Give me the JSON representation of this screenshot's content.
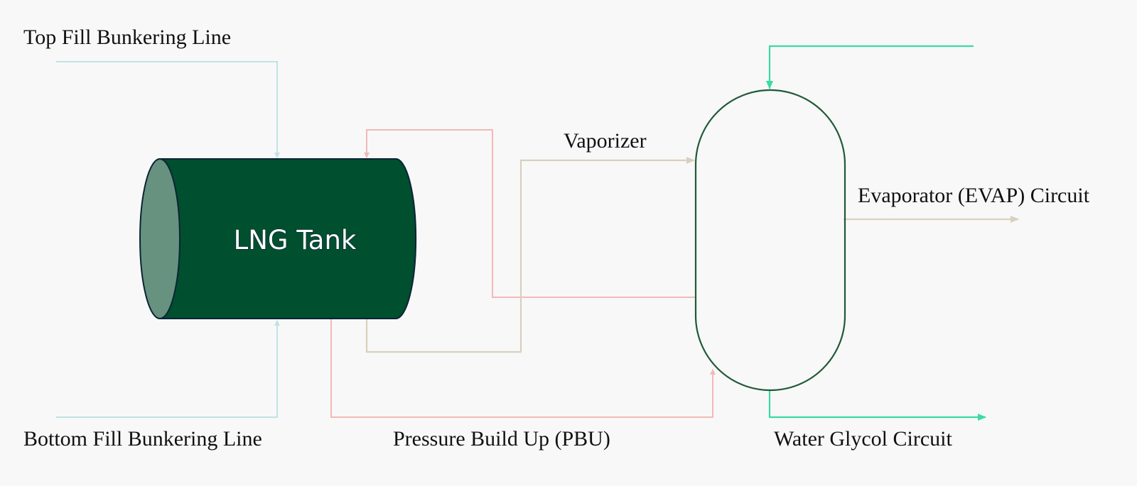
{
  "diagram": {
    "tank_label": "LNG Tank",
    "labels": {
      "top_fill": "Top Fill Bunkering Line",
      "bottom_fill": "Bottom Fill Bunkering Line",
      "vaporizer": "Vaporizer",
      "evap_circuit": "Evaporator (EVAP) Circuit",
      "pbu": "Pressure Build Up (PBU)",
      "water_glycol": "Water Glycol Circuit"
    },
    "colors": {
      "background": "#f8f8f8",
      "tank_body": "#004f2e",
      "tank_end": "#66927f",
      "tank_outline": "#0c2436",
      "vessel_outline": "#1f5a37",
      "bunkering_line": "#bfe3e6",
      "pbu_line": "#f2b9b6",
      "vaporizer_line": "#d9d0bd",
      "glycol_line": "#3cdba2"
    }
  }
}
